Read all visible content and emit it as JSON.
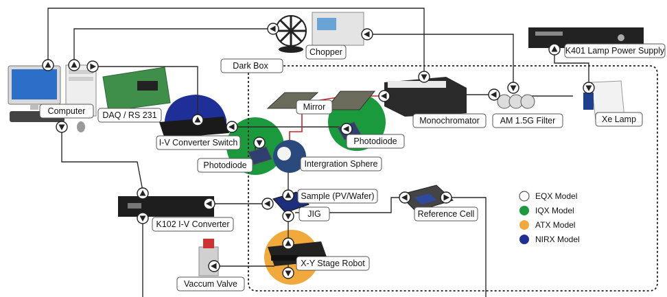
{
  "labels": {
    "computer": "Computer",
    "daq": "DAQ / RS 231",
    "chopper": "Chopper",
    "k401": "K401 Lamp Power Supply",
    "dark_box": "Dark Box",
    "mirror": "Mirror",
    "monochromator": "Monochromator",
    "am_filter": "AM 1.5G Filter",
    "xe_lamp": "Xe Lamp",
    "iv_switch": "I-V Converter Switch",
    "photodiode_left": "Photodiode",
    "photodiode_right": "Photodiode",
    "integration_sphere": "Intergration Sphere",
    "sample": "Sample (PV/Wafer)",
    "jig": "JIG",
    "reference_cell": "Reference Cell",
    "k102": "K102 I-V Converter",
    "xy_stage": "X-Y Stage Robot",
    "vaccum_valve": "Vaccum Valve"
  },
  "legend": [
    {
      "label": "EQX Model",
      "color": "#ffffff"
    },
    {
      "label": "IQX Model",
      "color": "#1a9a3c"
    },
    {
      "label": "ATX Model",
      "color": "#f2a93b"
    },
    {
      "label": "NIRX Model",
      "color": "#1f2f98"
    }
  ],
  "colors": {
    "iqx": "#1a9a3c",
    "atx": "#f2a93b",
    "nirx": "#1f2f98",
    "beam": "#d32020"
  },
  "icons": {
    "connector": "connector-arrow-icon"
  }
}
